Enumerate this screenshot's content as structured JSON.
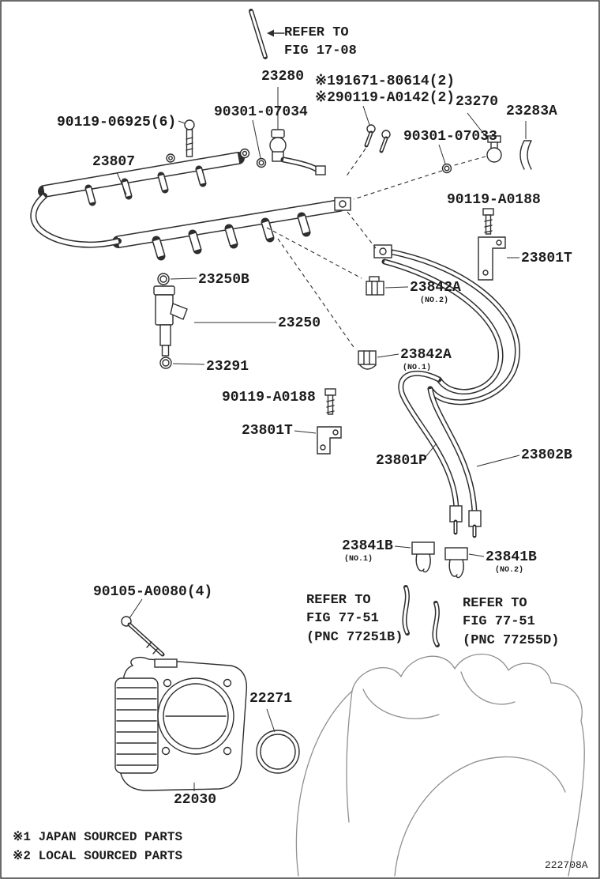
{
  "colors": {
    "line": "#2e2e2e",
    "ghost": "#8f8f8f",
    "text": "#1c1c1c"
  },
  "labels": {
    "refer_fig_17_08": "REFER TO\nFIG 17-08",
    "p23280": "23280",
    "note_local_1": "※191671-80614(2)",
    "note_local_2": "※290119-A0142(2)",
    "p23270": "23270",
    "p23283A": "23283A",
    "p90301_07034": "90301-07034",
    "p90119_06925": "90119-06925(6)",
    "p90301_07033": "90301-07033",
    "p23807": "23807",
    "p90119_A0188_right": "90119-A0188",
    "p23801T_right": "23801T",
    "p23250B": "23250B",
    "p23842A_no2": "23842A",
    "p23842A_no2_sub": "(NO.2)",
    "p23250": "23250",
    "p23842A_no1": "23842A",
    "p23842A_no1_sub": "(NO.1)",
    "p23291": "23291",
    "p90119_A0188_left": "90119-A0188",
    "p23801T_left": "23801T",
    "p23801P": "23801P",
    "p23802B": "23802B",
    "p23841B_no1": "23841B",
    "p23841B_no1_sub": "(NO.1)",
    "p23841B_no2": "23841B",
    "p23841B_no2_sub": "(NO.2)",
    "p90105_A0080": "90105-A0080(4)",
    "refer_fig_77_51_b": "REFER TO\nFIG 77-51\n(PNC 77251B)",
    "refer_fig_77_51_d": "REFER TO\nFIG 77-51\n(PNC 77255D)",
    "p22271": "22271",
    "p22030": "22030"
  },
  "footnotes": {
    "f1": "※1 JAPAN SOURCED PARTS",
    "f2": "※2 LOCAL SOURCED PARTS"
  },
  "diagram_id": "222708A"
}
